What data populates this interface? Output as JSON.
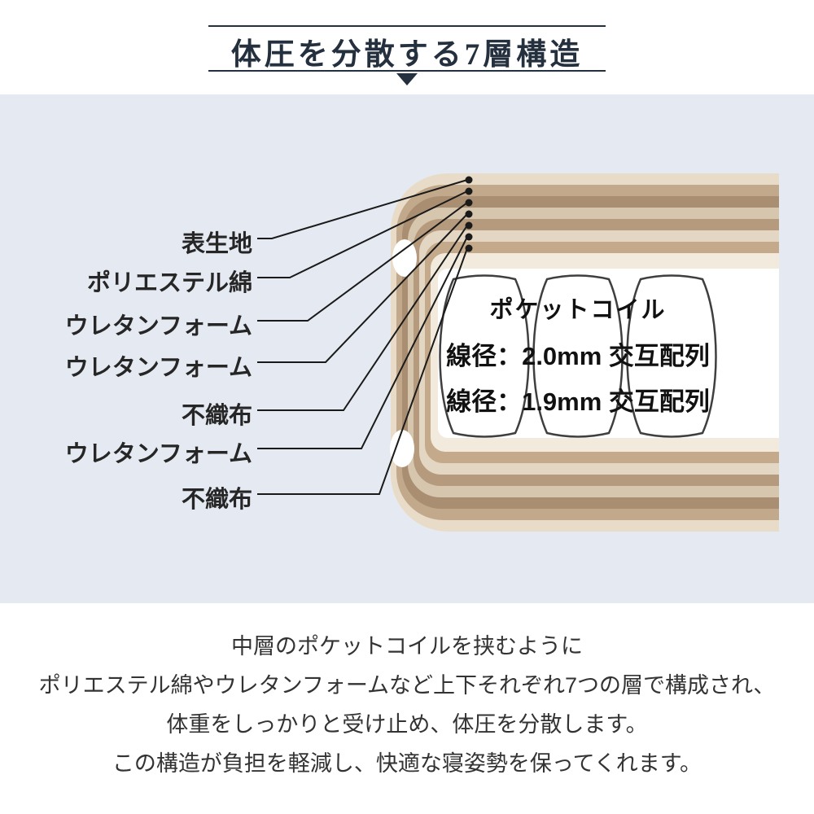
{
  "title": {
    "text": "体圧を分散する7層構造",
    "accent_color": "#25303e"
  },
  "diagram": {
    "background_color": "#e5eaf2",
    "line_color": "#1a1a1a",
    "coil_stroke": "#3f3f3f",
    "layer_labels": [
      "表生地",
      "ポリエステル綿",
      "ウレタンフォーム",
      "ウレタンフォーム",
      "不織布",
      "ウレタンフォーム",
      "不織布"
    ],
    "layer_colors": [
      "#e8dcc8",
      "#c3a98c",
      "#a98e72",
      "#d6c6ae",
      "#b59a7d",
      "#e3d6c2",
      "#c4a98b",
      "#f2ebdd",
      "#ffffff"
    ],
    "coil": {
      "title": "ポケットコイル",
      "spec_line1": "線径：2.0mm 交互配列",
      "spec_line2": "線径：1.9mm 交互配列"
    }
  },
  "description": {
    "lines": [
      "中層のポケットコイルを挟むように",
      "ポリエステル綿やウレタンフォームなど上下それぞれ7つの層で構成され、",
      "体重をしっかりと受け止め、体圧を分散します。",
      "この構造が負担を軽減し、快適な寝姿勢を保ってくれます。"
    ]
  }
}
